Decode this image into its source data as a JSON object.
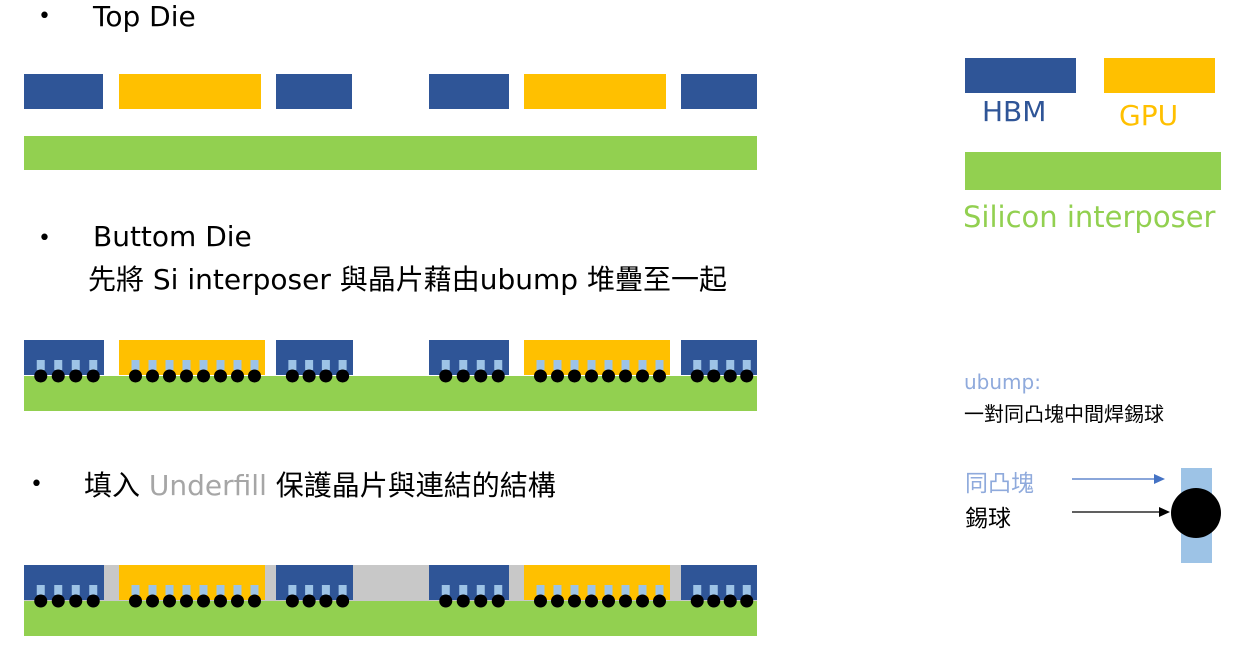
{
  "sections": {
    "top": {
      "bullet": "•",
      "title": "Top Die"
    },
    "bottom": {
      "bullet": "•",
      "title": "Buttom Die",
      "subtitle": "先將 Si interposer 與晶片藉由ubump 堆疊至一起"
    },
    "underfill": {
      "bullet": "•",
      "prefix": "填入 ",
      "keyword": "Underfill",
      "suffix": " 保護晶片與連結的結構"
    }
  },
  "legend": {
    "hbm_label": "HBM",
    "gpu_label": "GPU",
    "si_label": "Silicon interposer",
    "ubump_title": "ubump:",
    "ubump_desc": "一對同凸塊中間焊錫球",
    "pad_label": "同凸塊",
    "solder_label": "錫球"
  },
  "colors": {
    "hbm": "#2f5597",
    "gpu": "#ffc000",
    "interposer": "#92d050",
    "underfill": "#c8c8c8",
    "pad": "#9dc3e6",
    "solder": "#000000",
    "arrow_pad": "#4472c4",
    "legend_hbm_text": "#2f5597",
    "legend_gpu_text": "#ffc000",
    "legend_si_text": "#92d050",
    "ubump_title_text": "#8faadc",
    "pad_label_text": "#8faadc",
    "underfill_text": "#a6a6a6"
  }
}
